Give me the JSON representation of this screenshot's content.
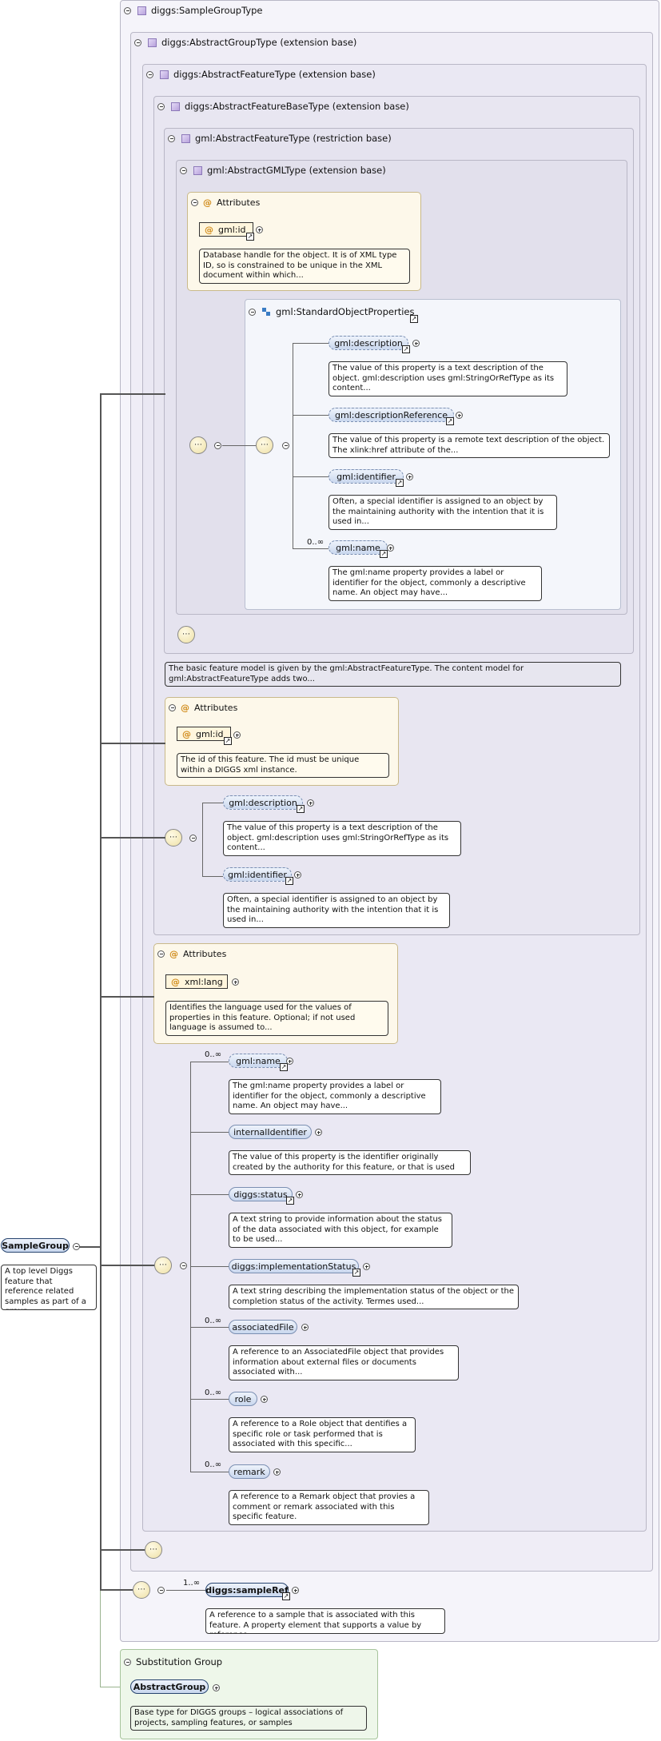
{
  "types": {
    "sample_group_type": "diggs:SampleGroupType",
    "abstract_group_type": "diggs:AbstractGroupType (extension base)",
    "abstract_feature_type": "diggs:AbstractFeatureType (extension base)",
    "abstract_feature_base_type": "diggs:AbstractFeatureBaseType (extension base)",
    "gml_abstract_feature_type": "gml:AbstractFeatureType (restriction base)",
    "gml_abstract_gml_type": "gml:AbstractGMLType (extension base)",
    "standard_object_properties": "gml:StandardObjectProperties"
  },
  "attributes_label": "Attributes",
  "gml_attrs": {
    "id_label": "gml:id",
    "id_desc": "Database handle for the object. It is of XML type ID, so is constrained to be unique in the XML document within which..."
  },
  "standard_props": [
    {
      "label": "gml:description",
      "desc": "The value of this property is a text description of the object. gml:description uses gml:StringOrRefType as its content..."
    },
    {
      "label": "gml:descriptionReference",
      "desc": "The value of this property is a remote text description of the object. The xlink:href attribute of the..."
    },
    {
      "label": "gml:identifier",
      "desc": "Often, a special identifier is assigned to an object by the maintaining authority with the intention that it is used in..."
    },
    {
      "label": "gml:name",
      "card": "0..∞",
      "desc": "The gml:name property provides a label or identifier for the object, commonly a descriptive name. An object may have..."
    }
  ],
  "feature_model_desc": "The basic feature model is given by the gml:AbstractFeatureType. The content model for gml:AbstractFeatureType adds two...",
  "base_attrs": {
    "id_label": "gml:id",
    "id_desc": "The id of this feature. The id must be unique within a DIGGS xml instance."
  },
  "base_elements": [
    {
      "label": "gml:description",
      "desc": "The value of this property is a text description of the object. gml:description uses gml:StringOrRefType as its content..."
    },
    {
      "label": "gml:identifier",
      "desc": "Often, a special identifier is assigned to an object by the maintaining authority with the intention that it is used in..."
    }
  ],
  "feature_attrs": {
    "lang_label": "xml:lang",
    "lang_desc": "Identifies the language used for the values of properties in this feature. Optional; if not used language is assumed to..."
  },
  "feature_elements": [
    {
      "label": "gml:name",
      "card": "0..∞",
      "desc": "The gml:name property provides a label or identifier for the object, commonly a descriptive name. An object may have..."
    },
    {
      "label": "internalIdentifier",
      "card": "",
      "desc": "The value of this property is the identifier originally created by the authority for this feature, or that is used as..."
    },
    {
      "label": "diggs:status",
      "card": "",
      "desc": "A text string to provide information about the status of the data associated with this object, for example to be used..."
    },
    {
      "label": "diggs:implementationStatus",
      "card": "",
      "desc": "A text string describing the implementation status of the object or the completion status of the activity. Termes used..."
    },
    {
      "label": "associatedFile",
      "card": "0..∞",
      "desc": "A reference to an AssociatedFile object that provides information about external files or documents associated with..."
    },
    {
      "label": "role",
      "card": "0..∞",
      "desc": "A reference to a Role object that dentifies a specific role or task performed that is associated with this specific..."
    },
    {
      "label": "remark",
      "card": "0..∞",
      "desc": "A reference to a Remark object that provies a comment or remark associated with this specific feature."
    }
  ],
  "sample_ref": {
    "label": "diggs:sampleRef",
    "card": "1..∞",
    "desc": "A reference to a sample that is associated with this feature. A property element that supports a value by reference..."
  },
  "root": {
    "label": "SampleGroup",
    "desc": "A top level Diggs feature that reference related samples as part of a group."
  },
  "substitution": {
    "title": "Substitution Group",
    "label": "AbstractGroup",
    "desc": "Base type for DIGGS groups – logical associations of projects, sampling features, or samples"
  },
  "colors": {
    "element_fill": "#c9d7ee",
    "attr_fill": "#fdf8ea",
    "type_fill": "#e8e6f1",
    "subst_fill": "#eef7ea"
  },
  "icons": [
    "collapse-icon",
    "expand-icon",
    "type-icon",
    "attribute-icon",
    "sequence-icon",
    "link-arrow-icon",
    "standard-group-icon"
  ]
}
